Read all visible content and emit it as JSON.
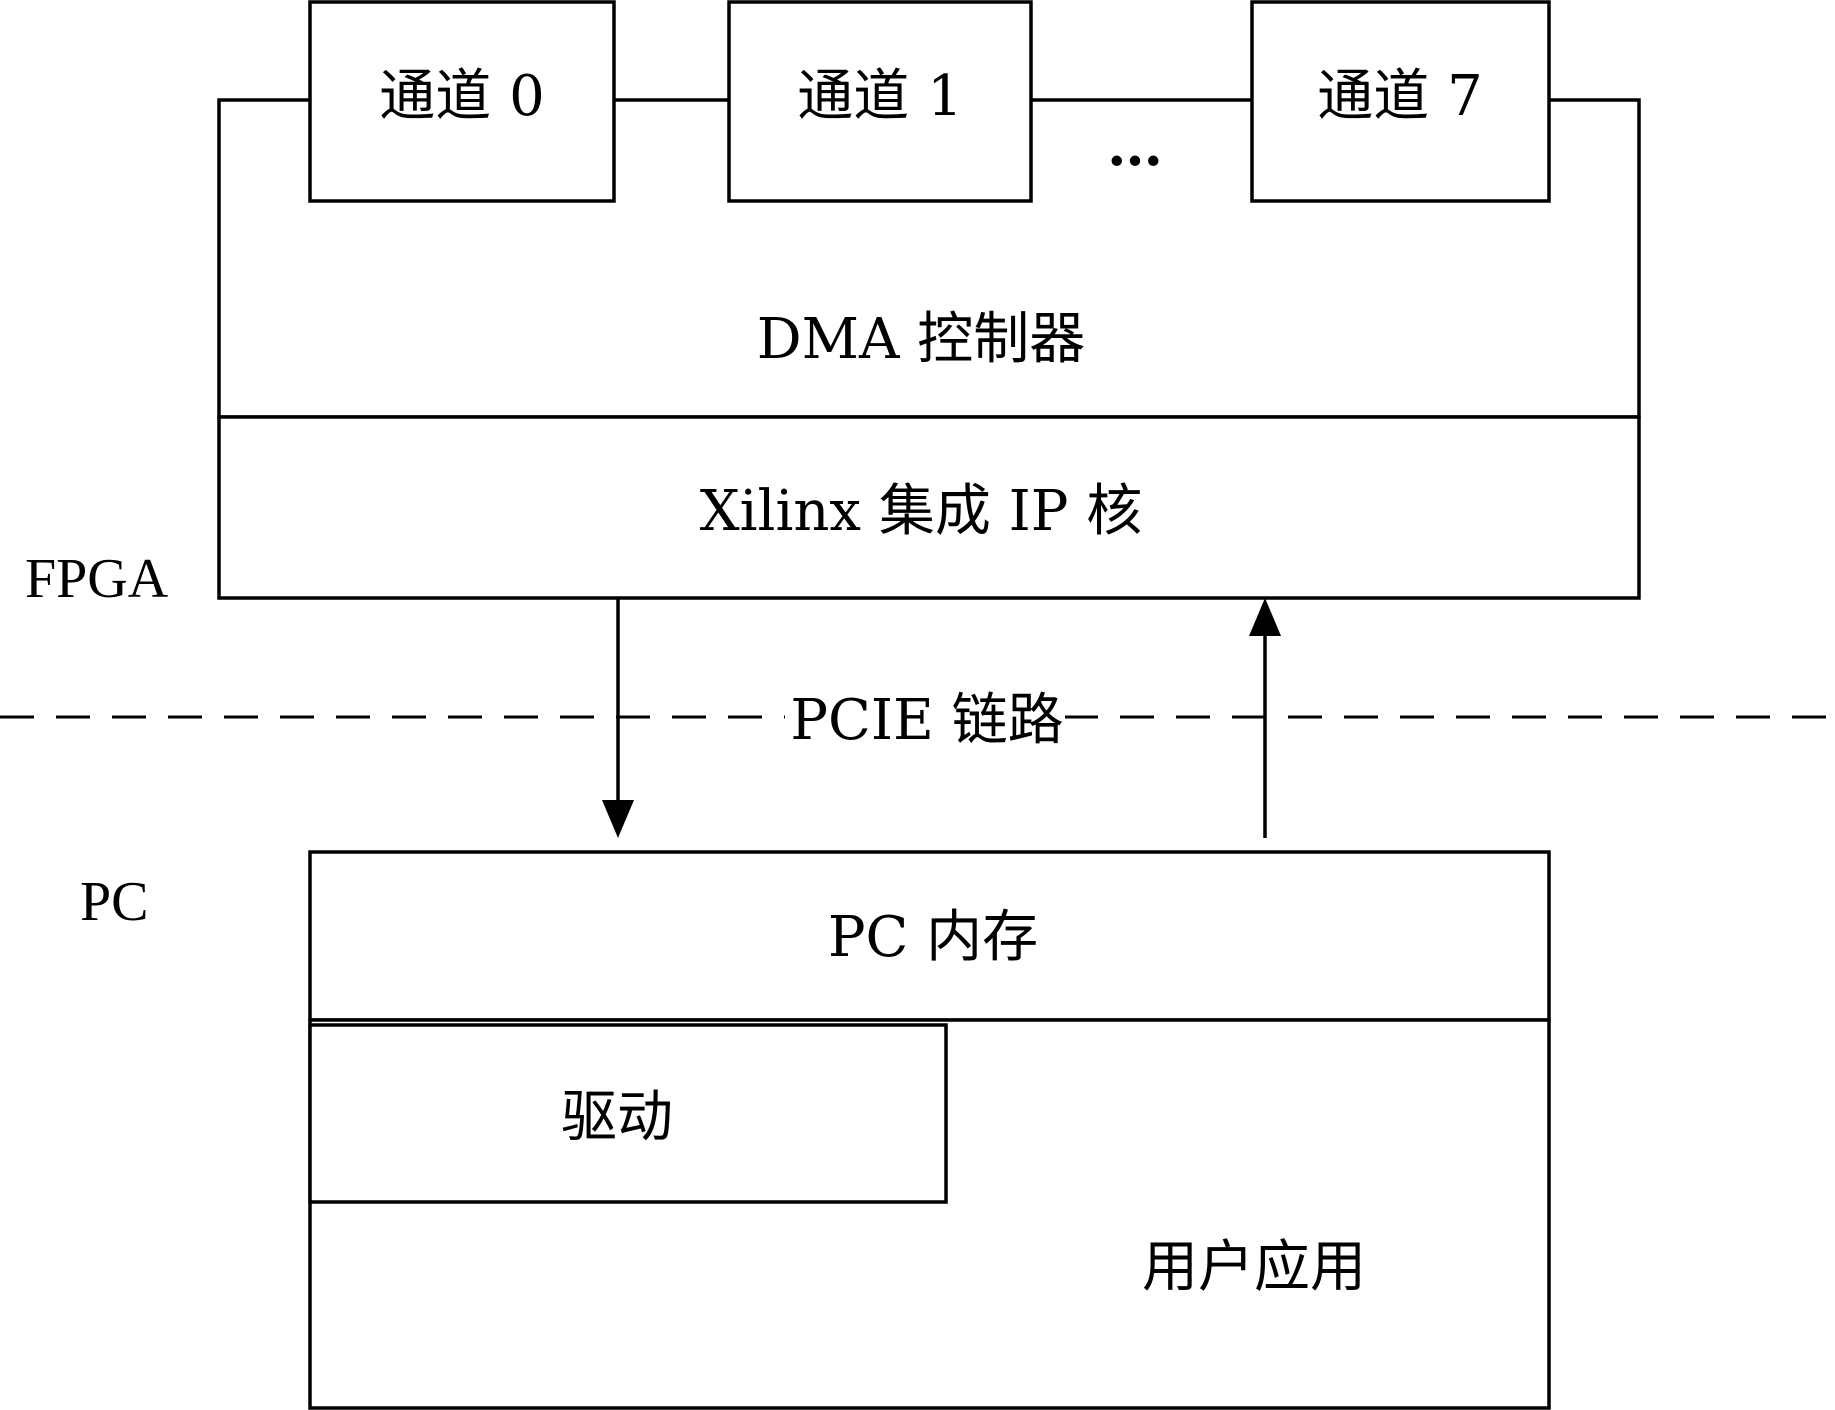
{
  "fpga": {
    "side_label": "FPGA",
    "channels": [
      "通道 0",
      "通道 1",
      "通道 7"
    ],
    "channel_ellipsis": "…",
    "dma_controller": "DMA 控制器",
    "ip_core": "Xilinx 集成 IP 核"
  },
  "link": {
    "label": "PCIE 链路"
  },
  "pc": {
    "side_label": "PC",
    "memory": "PC 内存",
    "driver": "驱动",
    "user_app": "用户应用"
  }
}
